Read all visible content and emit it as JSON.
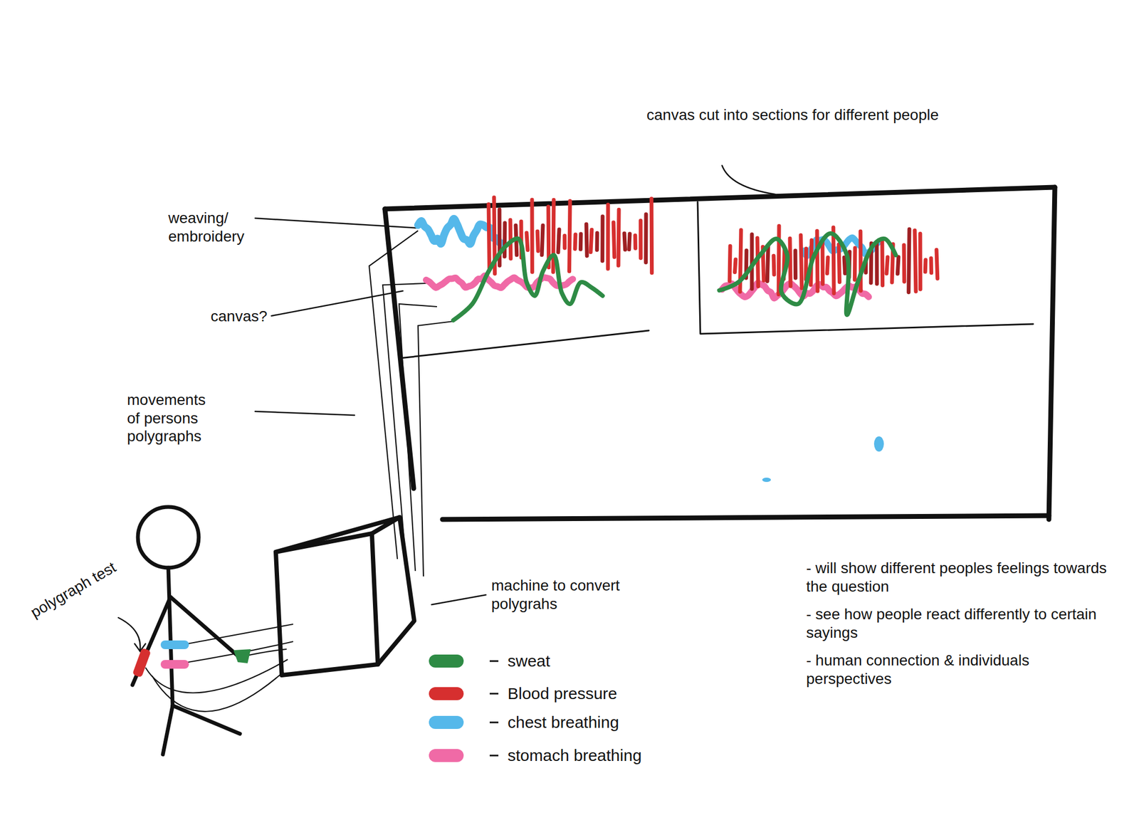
{
  "diagram": {
    "labels": [
      "canvas cut into sections for different people",
      "weaving/ embroidery",
      "canvas?",
      "movements of persons polygraphs",
      "polygraph test",
      "machine to convert polygrahs",
      "- will show different peoples feelings towards the question",
      "- see how people react differently to certain sayings",
      "- human connection & individuals perspectives"
    ],
    "legend": [
      {
        "text": "sweat",
        "color": "#2e8b45"
      },
      {
        "text": "Blood pressure",
        "color": "#d62f2f"
      },
      {
        "text": "chest breathing",
        "color": "#55b8ea"
      },
      {
        "text": "stomach breathing",
        "color": "#f06aa6"
      }
    ]
  }
}
